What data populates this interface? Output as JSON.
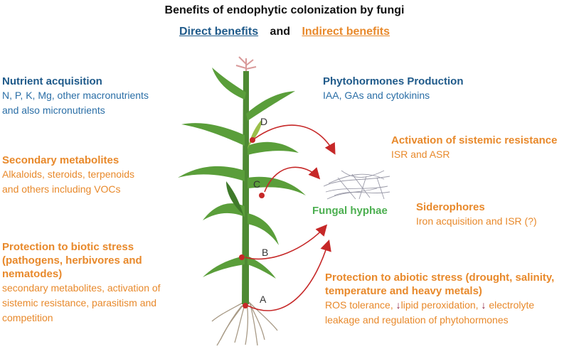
{
  "title": "Benefits of endophytic colonization by fungi",
  "legend": {
    "direct": "Direct benefits",
    "and": "and",
    "indirect": "Indirect benefits"
  },
  "left": {
    "nutrient": {
      "heading": "Nutrient acquisition",
      "line1": "N, P, K, Mg, other macronutrients",
      "line2": "and also micronutrients"
    },
    "secondary": {
      "heading": "Secondary metabolites",
      "line1": "Alkaloids, steroids, terpenoids",
      "line2": "and others including VOCs"
    },
    "biotic": {
      "heading1": "Protection to biotic stress",
      "heading2": "(pathogens, herbivores and",
      "heading3": "nematodes)",
      "line1": "secondary metabolites, activation of",
      "line2": "sistemic resistance, parasitism and",
      "line3": "competition"
    }
  },
  "right": {
    "phyto": {
      "heading": "Phytohormones Production",
      "line1": "IAA, GAs and cytokinins"
    },
    "sistemic": {
      "heading": "Activation of sistemic resistance",
      "line1": "ISR and ASR"
    },
    "sidero": {
      "heading": "Siderophores",
      "line1": "Iron acquisition and ISR (?)"
    },
    "abiotic": {
      "heading1": "Protection to abiotic stress (drought, salinity,",
      "heading2": "temperature and heavy metals)",
      "line1a": "ROS tolerance,",
      "line1b": "lipid peroxidation,",
      "line1c": "electrolyte",
      "line2": "leakage and regulation of phytohormones"
    }
  },
  "hyphae_label": "Fungal hyphae",
  "points": {
    "a": "A",
    "b": "B",
    "c": "C",
    "d": "D"
  },
  "colors": {
    "direct": "#1f5a8a",
    "indirect": "#e8892b",
    "arrow": "#c62828",
    "hyphae": "#4caf50"
  }
}
